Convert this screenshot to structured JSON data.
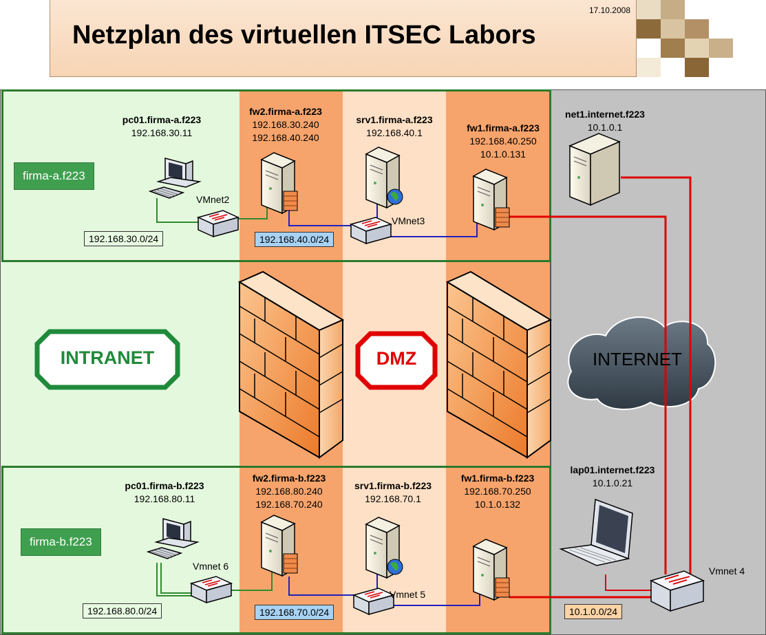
{
  "header": {
    "title": "Netzplan des virtuellen ITSEC Labors",
    "date": "17.10.2008"
  },
  "zones": {
    "intranet": "INTRANET",
    "dmz": "DMZ",
    "internet": "INTERNET"
  },
  "companies": {
    "a": "firma-a.f223",
    "b": "firma-b.f223"
  },
  "hosts": {
    "pc01a": {
      "name": "pc01.firma-a.f223",
      "ips": [
        "192.168.30.11"
      ]
    },
    "fw2a": {
      "name": "fw2.firma-a.f223",
      "ips": [
        "192.168.30.240",
        "192.168.40.240"
      ]
    },
    "srv1a": {
      "name": "srv1.firma-a.f223",
      "ips": [
        "192.168.40.1"
      ]
    },
    "fw1a": {
      "name": "fw1.firma-a.f223",
      "ips": [
        "192.168.40.250",
        "10.1.0.131"
      ]
    },
    "net1": {
      "name": "net1.internet.f223",
      "ips": [
        "10.1.0.1"
      ]
    },
    "pc01b": {
      "name": "pc01.firma-b.f223",
      "ips": [
        "192.168.80.11"
      ]
    },
    "fw2b": {
      "name": "fw2.firma-b.f223",
      "ips": [
        "192.168.80.240",
        "192.168.70.240"
      ]
    },
    "srv1b": {
      "name": "srv1.firma-b.f223",
      "ips": [
        "192.168.70.1"
      ]
    },
    "fw1b": {
      "name": "fw1.firma-b.f223",
      "ips": [
        "192.168.70.250",
        "10.1.0.132"
      ]
    },
    "lap01": {
      "name": "lap01.internet.f223",
      "ips": [
        "10.1.0.21"
      ]
    }
  },
  "switches": {
    "vmnet2": "VMnet2",
    "vmnet3": "VMnet3",
    "vmnet4": "Vmnet 4",
    "vmnet5": "Vmnet 5",
    "vmnet6": "Vmnet 6"
  },
  "networks": {
    "net30": "192.168.30.0/24",
    "net40": "192.168.40.0/24",
    "net80": "192.168.80.0/24",
    "net70": "192.168.70.0/24",
    "net10": "10.1.0.0/24"
  },
  "colors": {
    "intranet": "#e4f8de",
    "dmz_fw": "#f7a46c",
    "dmz_center": "#fde0c6",
    "internet": "#c2c2c2",
    "intranet_line": "#2e8b2e",
    "dmz_line": "#2020c0",
    "internet_line": "#e00000",
    "company_box": "#3f9f4f"
  }
}
